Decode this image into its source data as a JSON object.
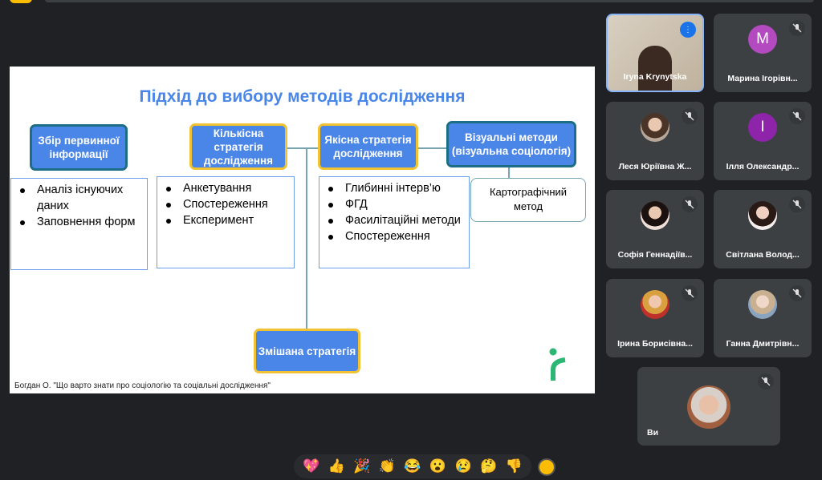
{
  "slide": {
    "title": "Підхід до вибору методів дослідження",
    "boxes": [
      {
        "heading": "Збір первинної інформації",
        "items": [
          "Аналіз існуючих даних",
          "Заповнення форм"
        ]
      },
      {
        "heading": "Кількісна стратегія дослідження",
        "items": [
          "Анкетування",
          "Спостереження",
          "Експеримент"
        ]
      },
      {
        "heading": "Якісна стратегія дослідження",
        "items": [
          "Глибинні інтерв’ю",
          "ФГД",
          "Фасилітаційні методи",
          "Спостереження"
        ]
      },
      {
        "heading": "Візуальні методи (візуальна соціологія)",
        "items": [
          "Картографічний метод"
        ]
      }
    ],
    "mixed": "Змішана стратегія",
    "footer": "Богдан О. \"Що варто знати про соціологію та соціальні дослідження\""
  },
  "participants": [
    {
      "name": "Iryna Krynytska",
      "speaking": true
    },
    {
      "name": "Марина Ігорівн...",
      "initial": "M",
      "color": "#b44ac0"
    },
    {
      "name": "Леся Юріївна Ж..."
    },
    {
      "name": "Ілля Олександр...",
      "initial": "I",
      "color": "#8e24aa"
    },
    {
      "name": "Софія Геннадіїв..."
    },
    {
      "name": "Світлана Волод..."
    },
    {
      "name": "Ірина Борисівна..."
    },
    {
      "name": "Ганна Дмитрівн..."
    },
    {
      "name": "Ви"
    }
  ],
  "reactions": [
    "💖",
    "👍",
    "🎉",
    "👏",
    "😂",
    "😮",
    "😢",
    "🤔",
    "👎"
  ]
}
